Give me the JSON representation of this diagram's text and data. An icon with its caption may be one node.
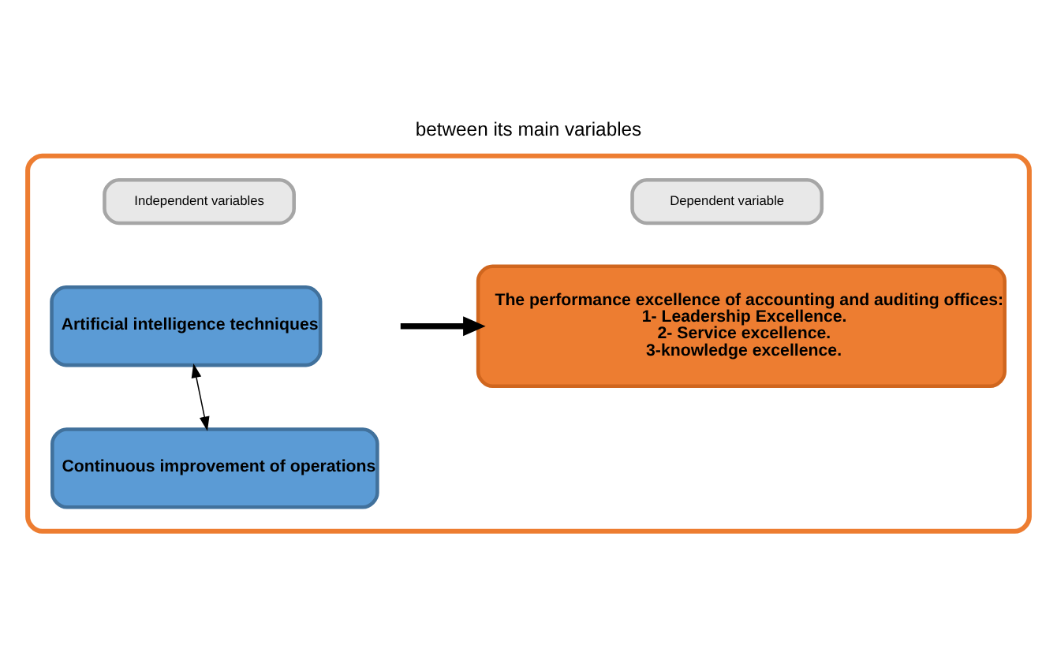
{
  "diagram": {
    "title": "between its main variables",
    "nodes": [
      {
        "text": [],
        "shape": "box"
      },
      {
        "text": [
          "Independent variables"
        ],
        "in": 0
      },
      {
        "text": [
          "Dependent variable"
        ],
        "in": 0
      },
      {
        "text": [
          "Artificial intelligence techniques"
        ],
        "in": 0
      },
      {
        "text": [
          "Continuous improvement of operations"
        ],
        "in": 0
      },
      {
        "text": [
          "The performance excellence of accounting and auditing offices:",
          "1- Leadership Excellence.",
          "2- Service excellence.",
          "3-knowledge excellence."
        ],
        "in": 0
      }
    ],
    "edges": [
      {
        "from": 3,
        "to": 4,
        "arrow": "both"
      },
      {
        "from": null,
        "to": 5,
        "arrow": "to",
        "style": "thick"
      }
    ]
  }
}
